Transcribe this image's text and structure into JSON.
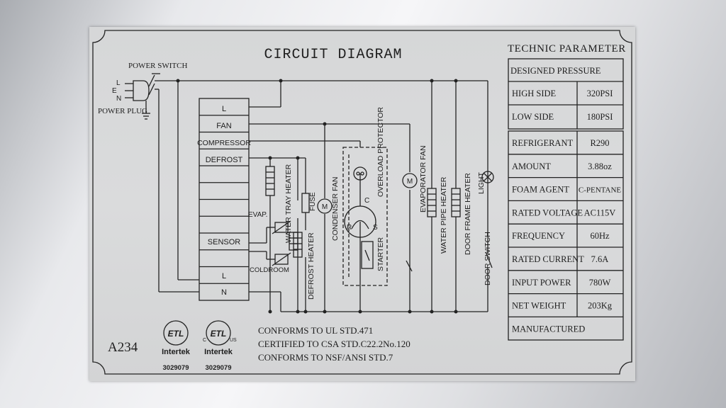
{
  "diagram": {
    "title": "CIRCUIT DIAGRAM",
    "model": "A234",
    "labels": {
      "power_switch": "POWER SWITCH",
      "power_plug": "POWER PLUG",
      "plug_l": "L",
      "plug_e": "E",
      "plug_n": "N",
      "evap": "EVAP.",
      "coldroom": "COLDROOM",
      "water_tray_heater": "WATER TRAY HEATER",
      "fuse": "FUSE",
      "defrost_heater": "DEFROST HEATER",
      "condenser_fan": "CONDENSER FAN",
      "overload_protector": "OVERLOAD PROTECTOR",
      "starter": "STARTER",
      "evaporator_fan": "EVAPORATOR FAN",
      "water_pipe_heater": "WATER PIPE HEATER",
      "door_frame_heater": "DOOR FRAME HEATER",
      "light": "LIGHT",
      "door_switch": "DOOR SWITCH",
      "motor_m": "M",
      "comp_c": "C",
      "comp_r": "R",
      "comp_s": "S"
    },
    "controller_rows": [
      "L",
      "FAN",
      "COMPRESSOR",
      "DEFROST",
      "",
      "",
      "",
      "",
      "SENSOR",
      "",
      "L",
      "N"
    ]
  },
  "technic_parameter": {
    "title": "TECHNIC PARAMETER",
    "designed_pressure": "DESIGNED PRESSURE",
    "pressure_rows": [
      {
        "label": "HIGH SIDE",
        "value": "320PSI"
      },
      {
        "label": "LOW SIDE",
        "value": "180PSI"
      }
    ],
    "spec_rows": [
      {
        "label": "REFRIGERANT",
        "value": "R290"
      },
      {
        "label": "AMOUNT",
        "value": "3.88oz"
      },
      {
        "label": "FOAM AGENT",
        "value": "C-PENTANE"
      },
      {
        "label": "RATED VOLTAGE",
        "value": "AC115V"
      },
      {
        "label": "FREQUENCY",
        "value": "60Hz"
      },
      {
        "label": "RATED CURRENT",
        "value": "7.6A"
      },
      {
        "label": "INPUT POWER",
        "value": "780W"
      },
      {
        "label": "NET WEIGHT",
        "value": "203Kg"
      },
      {
        "label": "MANUFACTURED",
        "value": ""
      }
    ]
  },
  "certification": {
    "marks": [
      {
        "brand": "Intertek",
        "number": "3029079",
        "logo_text": "ETL",
        "icon": "etl-listed-icon"
      },
      {
        "brand": "Intertek",
        "number": "3029079",
        "logo_text": "ETL",
        "logo_c": "C",
        "logo_us": "US",
        "icon": "etl-c-us-icon"
      }
    ],
    "lines": [
      "CONFORMS TO UL STD.471",
      "CERTIFIED TO CSA STD.C22.2No.120",
      "CONFORMS TO NSF/ANSI STD.7"
    ]
  },
  "colors": {
    "plate": "#d8d9da",
    "ink": "#1e1e1e"
  }
}
